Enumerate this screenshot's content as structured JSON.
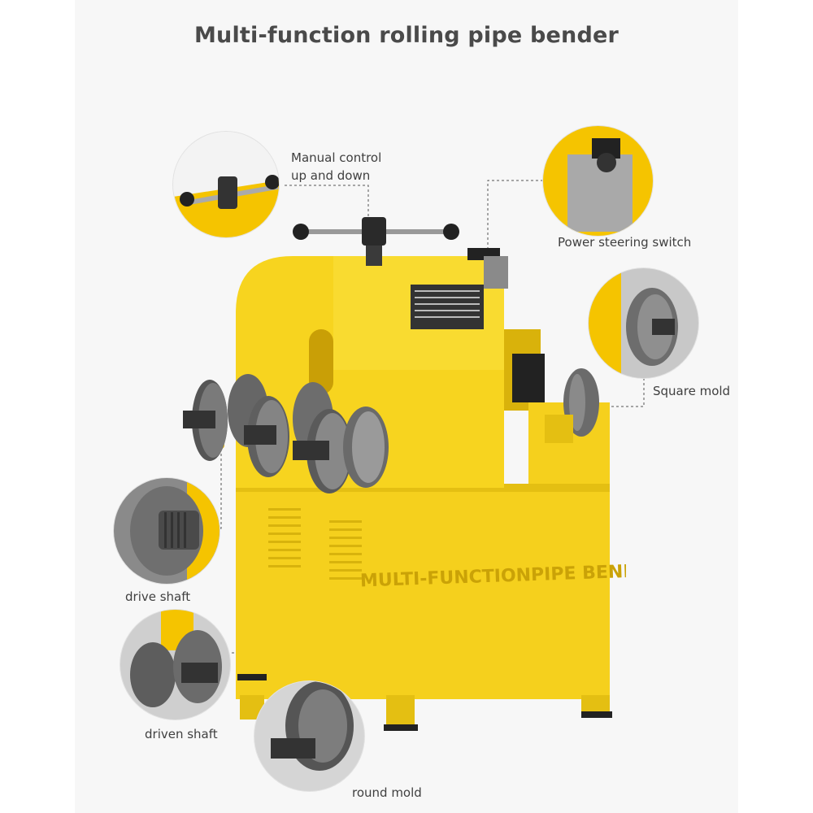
{
  "title": "Multi-function rolling pipe bender",
  "machine": {
    "body_text": "MULTI-FUNCTIONPIPE BENDER",
    "color": "#f5d01d"
  },
  "callouts": {
    "manual_control": "Manual control\nup and down",
    "power_switch": "Power steering switch",
    "square_mold": "Square mold",
    "drive_shaft": "drive shaft",
    "driven_shaft": "driven shaft",
    "round_mold": "round mold"
  },
  "colors": {
    "yellow": "#f5d01d",
    "yellow_dark": "#d9b20b",
    "steel": "#6b6b6b",
    "steel_dark": "#3a3a3a",
    "text": "#3f3f3f"
  }
}
